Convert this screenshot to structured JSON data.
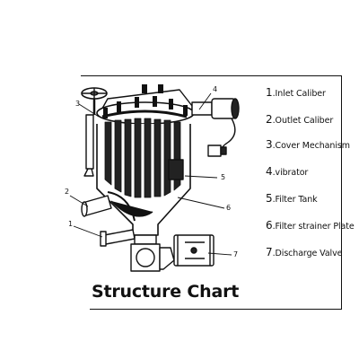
{
  "diagram": {
    "caption": "Structure Chart",
    "callouts": [
      "4",
      "3",
      "5",
      "2",
      "6",
      "1",
      "7"
    ],
    "legend": [
      {
        "num": "1",
        "label": ".Inlet Caliber"
      },
      {
        "num": "2",
        "label": ".Outlet Caliber"
      },
      {
        "num": "3",
        "label": ".Cover Mechanism"
      },
      {
        "num": "4",
        "label": ".vibrator"
      },
      {
        "num": "5",
        "label": ".Filter Tank"
      },
      {
        "num": "6",
        "label": ".Filter strainer Plate"
      },
      {
        "num": "7",
        "label": ".Discharge Valve"
      }
    ]
  }
}
